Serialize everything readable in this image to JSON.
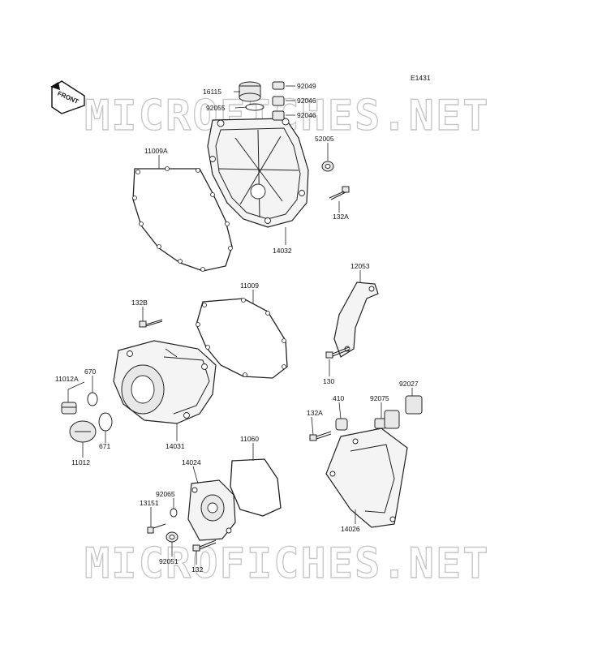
{
  "diagram_code": "E1431",
  "front_label": "FRONT",
  "watermark": "MICROFICHES.NET",
  "parts": {
    "p16115": "16115",
    "p92049": "92049",
    "p92055": "92055",
    "p92046a": "92046",
    "p92046b": "92046",
    "p52005": "52005",
    "p11009A": "11009A",
    "p132A_top": "132A",
    "p14032": "14032",
    "p12053": "12053",
    "p11009": "11009",
    "p132B": "132B",
    "p130": "130",
    "p670": "670",
    "p11012A": "11012A",
    "p92027": "92027",
    "p410": "410",
    "p92075": "92075",
    "p132A_low": "132A",
    "p671": "671",
    "p14031": "14031",
    "p11060": "11060",
    "p11012": "11012",
    "p14024": "14024",
    "p92065": "92065",
    "p13151": "13151",
    "p14026": "14026",
    "p92051": "92051",
    "p132": "132"
  }
}
